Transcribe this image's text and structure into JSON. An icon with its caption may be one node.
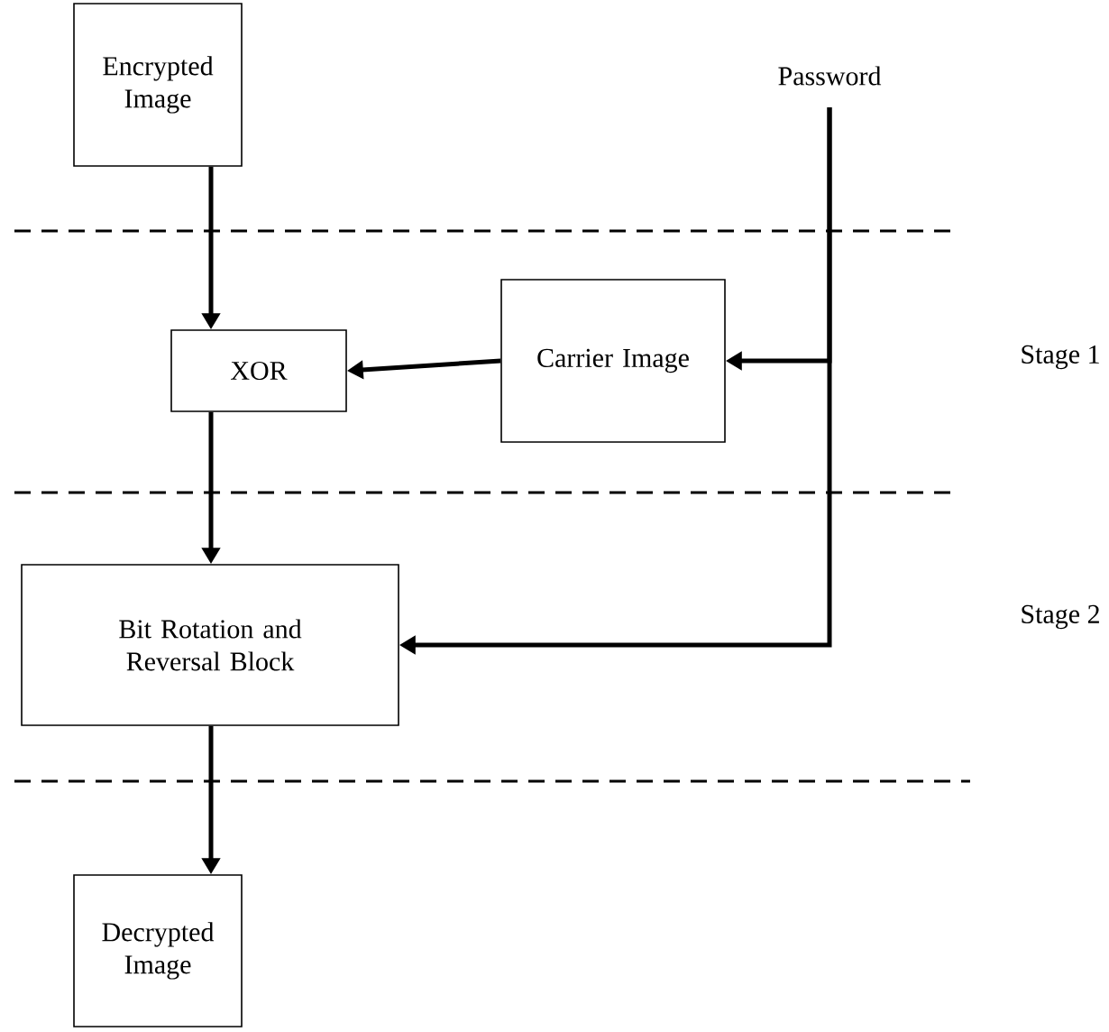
{
  "diagram": {
    "nodes": [
      {
        "text": [
          "Encrypted Image"
        ]
      },
      {
        "text": [
          "Password"
        ]
      },
      {
        "text": [
          "XOR"
        ]
      },
      {
        "text": [
          "Carrier Image"
        ]
      },
      {
        "text": [
          "Bit Rotation and Reversal Block"
        ]
      },
      {
        "text": [
          "Decrypted Image"
        ]
      }
    ],
    "edges": [
      {
        "from": 0,
        "to": 2,
        "arrow": "to"
      },
      {
        "from": 3,
        "to": 2,
        "arrow": "to"
      },
      {
        "from": 1,
        "to": 3,
        "arrow": "to"
      },
      {
        "from": 1,
        "to": 4,
        "arrow": "to"
      },
      {
        "from": 2,
        "to": 4,
        "arrow": "to"
      },
      {
        "from": 4,
        "to": 5,
        "arrow": "to"
      }
    ],
    "labels": [
      "Stage 1",
      "Stage 2"
    ]
  }
}
